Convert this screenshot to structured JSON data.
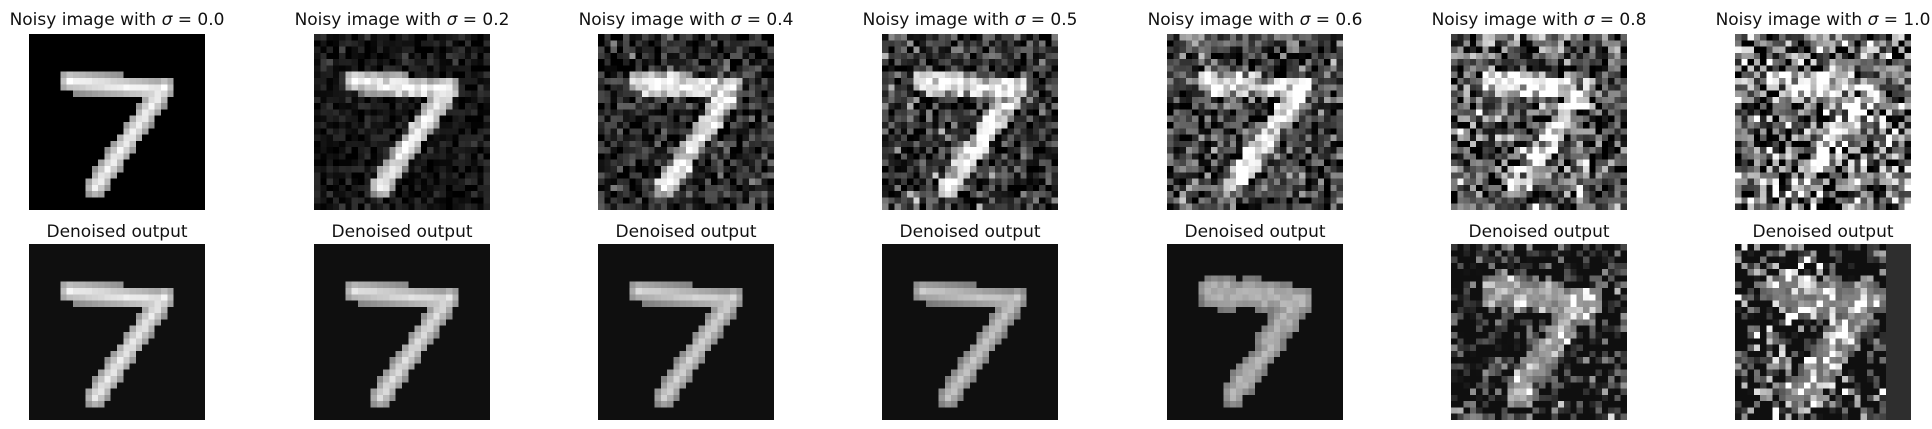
{
  "figure": {
    "noise_levels": [
      0.0,
      0.2,
      0.4,
      0.5,
      0.6,
      0.8,
      1.0
    ],
    "top_row_titles": [
      {
        "prefix": "Noisy image with ",
        "symbol": "σ",
        "suffix": " = 0.0"
      },
      {
        "prefix": "Noisy image with ",
        "symbol": "σ",
        "suffix": " = 0.2"
      },
      {
        "prefix": "Noisy image with ",
        "symbol": "σ",
        "suffix": " = 0.4"
      },
      {
        "prefix": "Noisy image with ",
        "symbol": "σ",
        "suffix": " = 0.5"
      },
      {
        "prefix": "Noisy image with ",
        "symbol": "σ",
        "suffix": " = 0.6"
      },
      {
        "prefix": "Noisy image with ",
        "symbol": "σ",
        "suffix": " = 0.8"
      },
      {
        "prefix": "Noisy image with ",
        "symbol": "σ",
        "suffix": " = 1.0"
      }
    ],
    "bottom_row_titles": [
      "Denoised output",
      "Denoised output",
      "Denoised output",
      "Denoised output",
      "Denoised output",
      "Denoised output",
      "Denoised output"
    ],
    "image_colormap": "grayscale",
    "digit_depicted": "7"
  }
}
